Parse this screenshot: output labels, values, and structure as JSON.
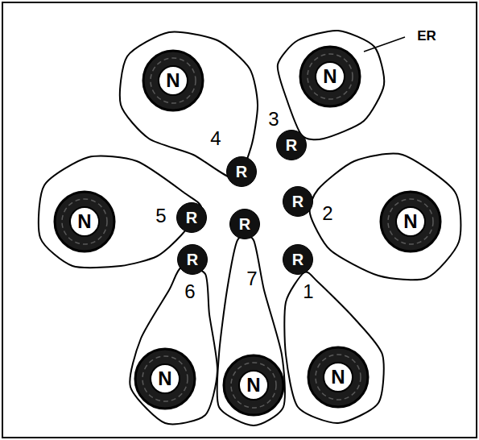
{
  "diagram": {
    "nodes": [
      {
        "text": [
          "N"
        ]
      },
      {
        "text": [
          "N"
        ]
      },
      {
        "text": [
          "R"
        ]
      },
      {
        "text": [
          "R"
        ]
      },
      {
        "text": [
          "N"
        ]
      },
      {
        "text": [
          "R"
        ]
      },
      {
        "text": [
          "R"
        ]
      },
      {
        "text": [
          "R"
        ]
      },
      {
        "text": [
          "N"
        ]
      },
      {
        "text": [
          "R"
        ]
      },
      {
        "text": [
          "R"
        ]
      },
      {
        "text": [
          "N"
        ]
      },
      {
        "text": [
          "N"
        ]
      },
      {
        "text": [
          "N"
        ]
      }
    ],
    "labels": [
      "ER",
      "3",
      "4",
      "5",
      "2",
      "6",
      "7",
      "1"
    ]
  }
}
